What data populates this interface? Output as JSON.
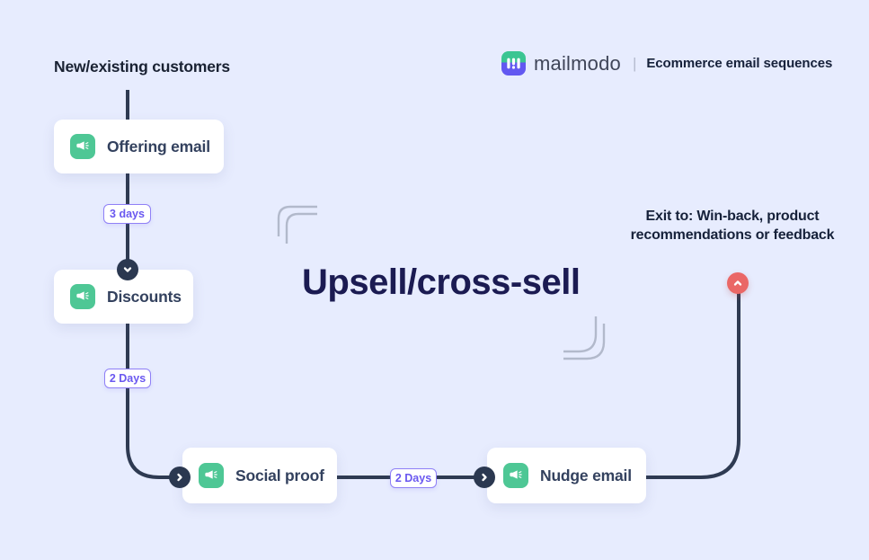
{
  "canvas": {
    "background": "#e7ecfe"
  },
  "header": {
    "brand": "mailmodo",
    "divider": "|",
    "subtitle": "Ecommerce email sequences",
    "logo_colors": {
      "top": "#3bc592",
      "bottom": "#6258f1"
    }
  },
  "flow": {
    "entry_label": "New/existing customers",
    "title": "Upsell/cross-sell",
    "exit_note": [
      "Exit to: Win-back, product",
      "recommendations or feedback"
    ],
    "nodes": [
      {
        "label": "Offering email",
        "icon": "megaphone-icon"
      },
      {
        "label": "Discounts",
        "icon": "megaphone-icon"
      },
      {
        "label": "Social proof",
        "icon": "megaphone-icon"
      },
      {
        "label": "Nudge email",
        "icon": "megaphone-icon"
      }
    ],
    "delays": [
      "3 days",
      "2 Days",
      "2 Days"
    ],
    "connector_icons": {
      "down": "chevron-down-icon",
      "right": "chevron-right-icon",
      "exit": "chevron-up-icon"
    }
  },
  "colors": {
    "line": "#2e3a52",
    "node_icon_bg": "#4ec795",
    "badge_border": "#8f80f6",
    "badge_text": "#6a58f0",
    "exit_circle": "#ea6766",
    "title_text": "#1b1b52",
    "card_text": "#33415e"
  }
}
